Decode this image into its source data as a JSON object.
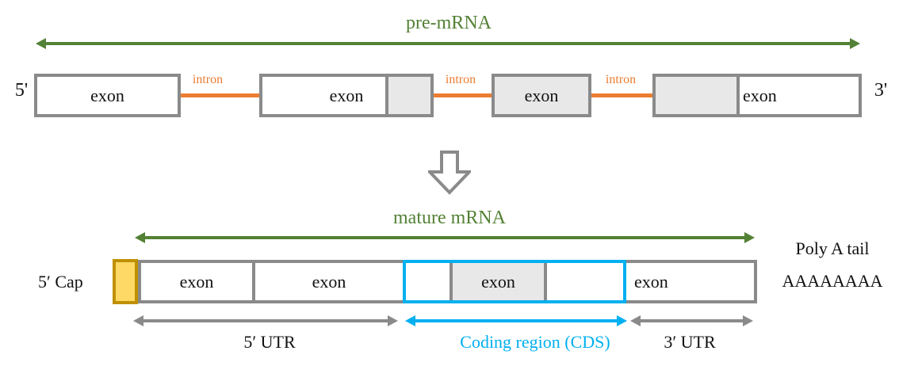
{
  "colors": {
    "green": "#538135",
    "orange": "#ED7D31",
    "cyan": "#00B0F0",
    "gray_border": "#8a8a8a",
    "gray_fill": "#E9E8E8",
    "cap_fill": "#FFD966",
    "cap_border": "#BF9000",
    "text": "#111111"
  },
  "pre_mrna": {
    "title": "pre-mRNA",
    "five_prime_label": "5'",
    "three_prime_label": "3'",
    "exon_labels": [
      "exon",
      "exon",
      "exon",
      "exon"
    ],
    "intron_labels": [
      "intron",
      "intron",
      "intron"
    ]
  },
  "mature_mrna": {
    "title": "mature mRNA",
    "cap_label": "5′ Cap",
    "exon_labels": [
      "exon",
      "exon",
      "exon",
      "exon"
    ],
    "poly_a_title": "Poly A tail",
    "poly_a_sequence": "AAAAAAAA",
    "five_utr_label": "5′ UTR",
    "cds_label": "Coding region (CDS)",
    "three_utr_label": "3′ UTR"
  }
}
